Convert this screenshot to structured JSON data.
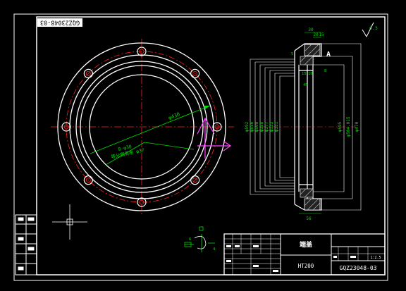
{
  "drawing_number_stamp": "GQZ23048-03",
  "part_name": "端盖",
  "material": "HT200",
  "drawing_number": "GQZ23048-03",
  "scale": "1:2.5",
  "surface_finish": "6.3",
  "front_view": {
    "dim_diameter": "φ430",
    "dim_holes": "8-φ30",
    "dim_hole_circle": "等分圆周布 φ37"
  },
  "section_view": {
    "section_letter": "A",
    "top_dims": [
      "30",
      "20",
      "15"
    ],
    "inner_dims": [
      "5",
      "15",
      "10",
      "45",
      "8"
    ],
    "left_diameters": [
      "φ592",
      "φ556",
      "φ500",
      "φ358",
      "φ377",
      "φ333",
      "φ331"
    ],
    "right_diameters": [
      "φ595",
      "φ504.015",
      "φ470"
    ],
    "bottom_dim": "56"
  },
  "detail_view": {
    "dim_left": "6",
    "dim_right": "4"
  },
  "colors": {
    "background": "#000000",
    "line": "#ffffff",
    "center": "#ff2020",
    "dimension": "#00dd00",
    "cursor": "#ffffff",
    "grip": "#ff40ff"
  }
}
